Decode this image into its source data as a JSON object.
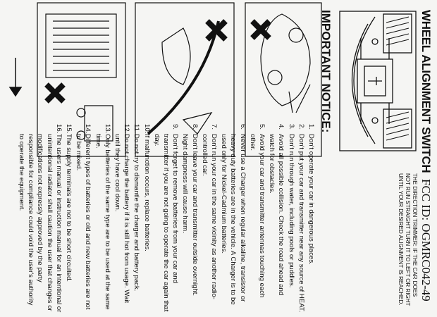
{
  "header": {
    "title": "WHEEL ALIGNMENT SWITCH",
    "fcc_id": "FCC ID: OGMRC042-49"
  },
  "caption": "The direction trimmer: if the car does not run straight turn it to left or right until your desired alignment is reached.",
  "notice": {
    "heading": "IMPORTANT NOTICE:",
    "items": [
      {
        "num": "1.",
        "text": "Don't operate your car in dangerous places."
      },
      {
        "num": "2.",
        "text": "Don't put your car and transmitter near any source of HEAT."
      },
      {
        "num": "3.",
        "text": "Don't run through water, including pools or puddles."
      },
      {
        "num": "4.",
        "text": "Avoid all possible collision. Check the road ahead and watch for obstacles."
      },
      {
        "num": "5.",
        "text": "Avoid your car and transmitter antennas touching each other."
      },
      {
        "num": "6.",
        "text": "Never use a Charger when regular alkaline, transistor or heavy duty batteries are in the vehicle. A Charger is to be used only for Nickel-Cadmium batteries."
      },
      {
        "num": "7.",
        "text": "Don't run your car in the same vicinity as another radio-controlled car."
      },
      {
        "num": "8.",
        "text": "Don't leave your car and transmitter outside overnight. Night dampness will cause harm."
      },
      {
        "num": "9.",
        "text": "Don't forget to remove batteries from your car and transmitter if you are not going to operate the car again that day."
      },
      {
        "num": "10.",
        "text": "If malfunction occurs, replace batteries."
      },
      {
        "num": "11.",
        "text": "Do not try to dismantle the charger and battery pack."
      },
      {
        "num": "12.",
        "text": "Do not charge the battery if it is still hot from usage. Wait until they have cool down."
      },
      {
        "num": "13.",
        "text": "Only batteries of the same type are to be used at the same time."
      },
      {
        "num": "14.",
        "text": "Different types of batteries or old and new batteries are not to be mixed."
      },
      {
        "num": "15.",
        "text": "The supply terminals are not to be short circuited."
      },
      {
        "num": "16.",
        "text": "The users manual or instruction manual for an intentional or unintentional radiator shall caution the user that changes or modifications not expressly approved by the party responsible for compliance could void the user's authority to operate the equipment."
      }
    ]
  }
}
